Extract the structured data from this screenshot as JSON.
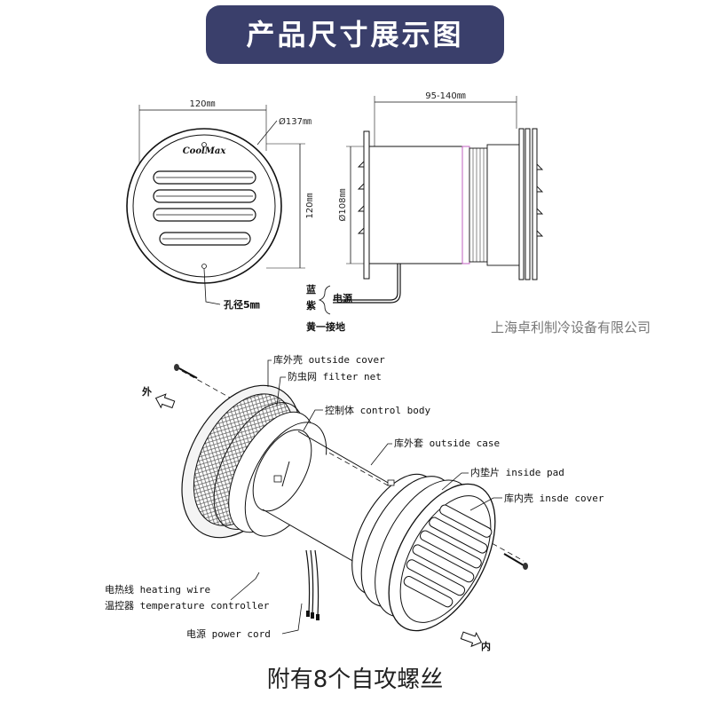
{
  "title": "产品尺寸展示图",
  "front_view": {
    "width_label": "120㎜",
    "diameter_label": "Ø137㎜",
    "height_label": "120㎜",
    "hole_label": "孔径5㎜",
    "logo_text": "CoolMax"
  },
  "side_view": {
    "length_label": "95-140㎜",
    "diameter_label": "Ø108㎜",
    "wire_labels": [
      "蓝",
      "紫",
      "电源",
      "黄一接地"
    ]
  },
  "company": "上海卓利制冷设备有限公司",
  "exploded_view": {
    "labels": {
      "outside_cover": "库外壳 outside cover",
      "filter_net": "防虫网 filter net",
      "control_body": "控制体 control body",
      "outside_case": "库外套 outside case",
      "inside_pad": "内垫片 inside pad",
      "inside_cover": "库内壳 insde cover",
      "heating_wire": "电热线 heating wire",
      "temperature_controller": "温控器 temperature controller",
      "power_cord": "电源 power cord",
      "direction_out": "外",
      "direction_in": "内"
    }
  },
  "footer_note": "附有8个自攻螺丝"
}
